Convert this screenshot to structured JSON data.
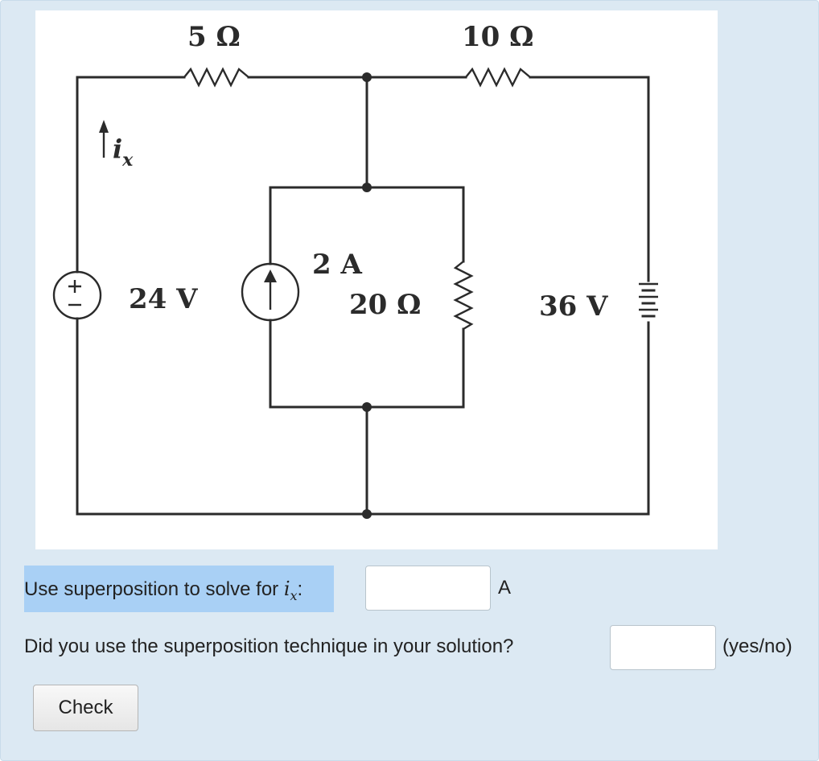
{
  "circuit": {
    "r1_label": "5 Ω",
    "r2_label": "10 Ω",
    "r3_label": "20 Ω",
    "ix_label": "i",
    "ix_sub": "x",
    "v1_label": "24 V",
    "i_source_label": "2 A",
    "v2_label": "36 V"
  },
  "question1": {
    "text": "Use superposition to solve for ",
    "var": "i",
    "var_sub": "x",
    "colon": ":",
    "input_value": "",
    "unit": "A"
  },
  "question2": {
    "text": "Did you use the superposition technique in your solution?",
    "input_value": "",
    "unit": "(yes/no)"
  },
  "check_button": {
    "label": "Check"
  },
  "colors": {
    "panel_bg": "#dce9f3",
    "highlight": "#a9d0f5"
  }
}
